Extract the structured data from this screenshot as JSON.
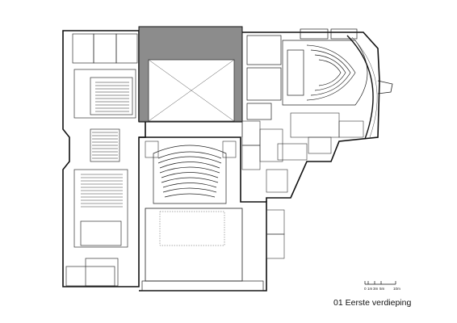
{
  "caption": "01 Eerste verdieping",
  "scale_bar": {
    "labels": [
      "0",
      "1m",
      "3m",
      "5m",
      "10m"
    ]
  },
  "colors": {
    "wall": "#111111",
    "fly_tower": "#8c8c8c",
    "thin_line": "#444444"
  }
}
